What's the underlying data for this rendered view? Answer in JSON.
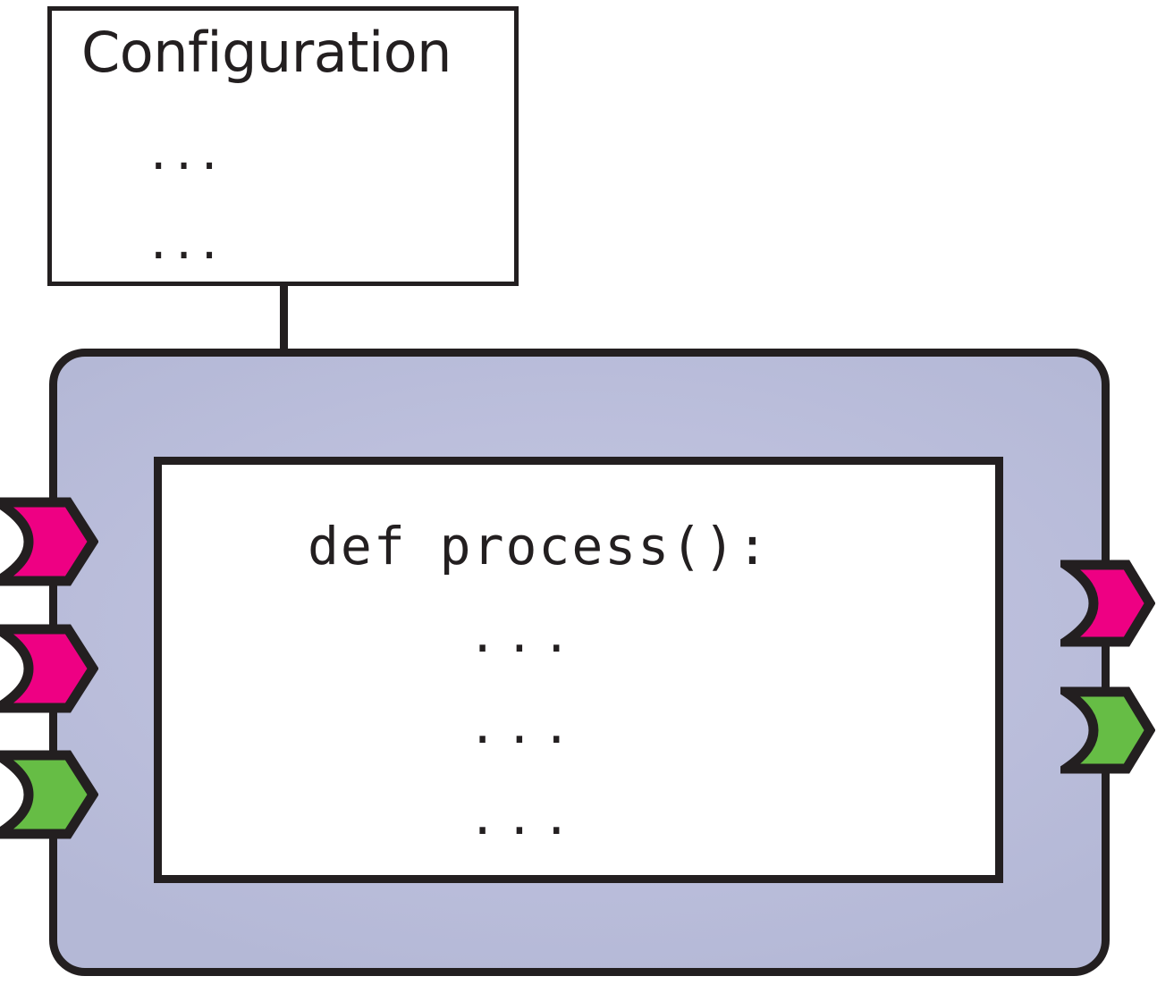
{
  "diagram": {
    "title": "Processing block with configuration",
    "colors": {
      "stroke": "#231F20",
      "block_fill": "#BCBFDC",
      "port_magenta": "#EE0083",
      "port_green": "#66BD45",
      "code_fill": "#FFFFFF"
    }
  },
  "config_box": {
    "title": "Configuration",
    "lines": [
      "...",
      "..."
    ]
  },
  "connector": {
    "label": "configuration-to-block-link"
  },
  "processing_block": {
    "code_box": {
      "lines": [
        "def process():",
        "...",
        "...",
        "..."
      ]
    },
    "input_ports": [
      {
        "name": "input-port-1",
        "color": "#EE0083",
        "kind": "magenta"
      },
      {
        "name": "input-port-2",
        "color": "#EE0083",
        "kind": "magenta"
      },
      {
        "name": "input-port-3",
        "color": "#66BD45",
        "kind": "green"
      }
    ],
    "output_ports": [
      {
        "name": "output-port-1",
        "color": "#EE0083",
        "kind": "magenta"
      },
      {
        "name": "output-port-2",
        "color": "#66BD45",
        "kind": "green"
      }
    ]
  }
}
